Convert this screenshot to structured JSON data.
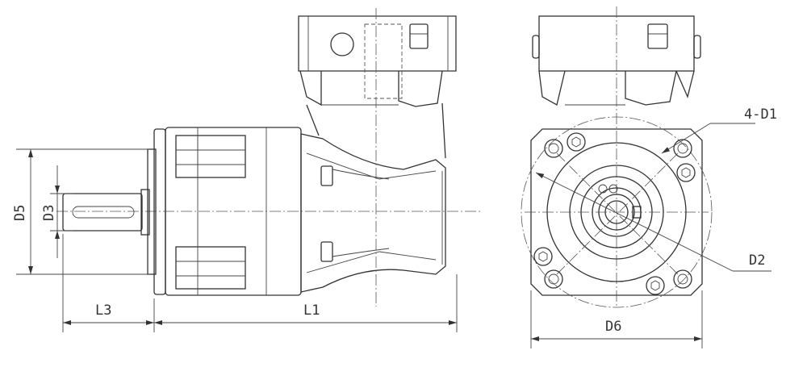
{
  "labels": {
    "d5": "D5",
    "d3": "D3",
    "l3": "L3",
    "l1": "L1",
    "d1": "4-D1",
    "d2": "D2",
    "d6": "D6"
  }
}
